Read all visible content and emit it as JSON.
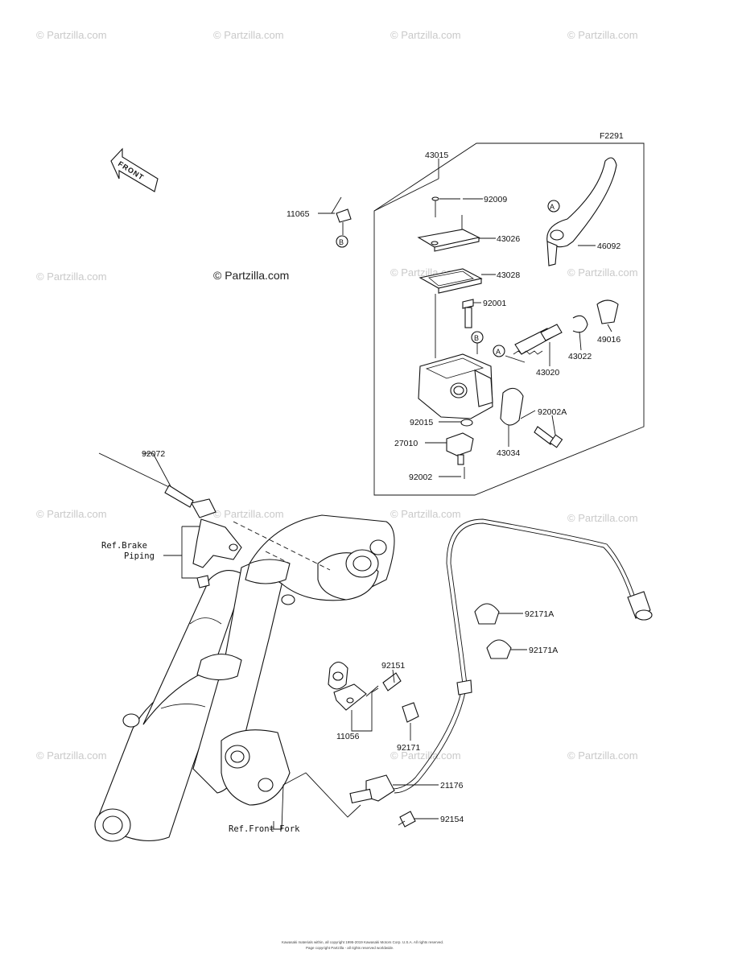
{
  "diagram_code": "F2291",
  "watermark": "© Partzilla.com",
  "copyright": "© Partzilla.com",
  "front_label": "FRONT",
  "refs": [
    "Ref.Brake",
    "Piping",
    "Ref.Front Fork"
  ],
  "callouts": {
    "A": "A",
    "B": "B"
  },
  "parts": [
    "43015",
    "92009",
    "43026",
    "43028",
    "92001",
    "11065",
    "46092",
    "49016",
    "43022",
    "43020",
    "92002A",
    "43034",
    "92015",
    "27010",
    "92002",
    "92072",
    "92171A",
    "92171A",
    "92151",
    "11056",
    "92171",
    "21176",
    "92154"
  ],
  "footer_lines": [
    "Kawasaki materials within, all copyright 1995-2019 Kawasaki Motors Corp. U.S.A. All rights reserved.",
    "Page copyright Partzilla - all rights reserved worldwide."
  ]
}
